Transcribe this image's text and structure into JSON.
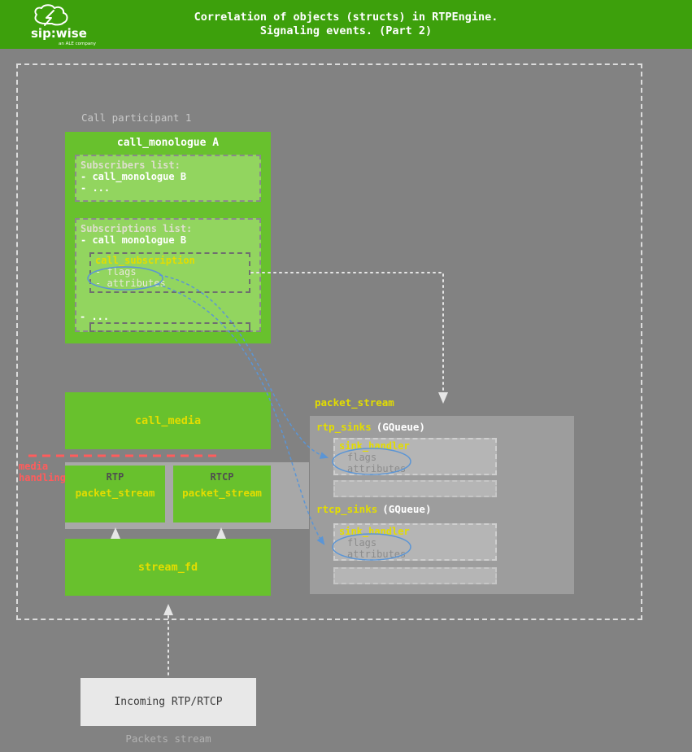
{
  "header": {
    "title_line1": "Correlation of objects (structs) in RTPEngine.",
    "title_line2": "Signaling events. (Part 2)",
    "logo": {
      "brand": "sip:wise",
      "tagline": "an ALE company"
    }
  },
  "participant": {
    "label": "Call participant 1"
  },
  "monologue": {
    "title": "call_monologue A",
    "subscribers_title": "Subscribers list:",
    "subscribers_item1": "- call_monologue B",
    "subscribers_item2": "- ...",
    "subscriptions_title": "Subscriptions list:",
    "subscriptions_item1": "- call monologue B",
    "subscription_title": "call_subscription",
    "subscription_flags": "- flags",
    "subscription_attributes": "- attributes",
    "subscriptions_more": "- ..."
  },
  "media": {
    "call_media": "call_media",
    "media_handling_line1": "media",
    "media_handling_line2": "handling",
    "rtp_label": "RTP",
    "rtp_stream": "packet_stream",
    "rtcp_label": "RTCP",
    "rtcp_stream": "packet_stream",
    "stream_fd": "stream_fd"
  },
  "sinks": {
    "panel_label": "packet_stream",
    "rtp_sinks_name": "rtp_sinks",
    "rtp_sinks_type": "(GQueue)",
    "rtcp_sinks_name": "rtcp_sinks",
    "rtcp_sinks_type": "(GQueue)",
    "handler1_title": "sink_handler",
    "handler1_flags": "flags",
    "handler1_attributes": "attributes",
    "handler2_title": "sink_handler",
    "handler2_flags": "flags",
    "handler2_attributes": "attributes"
  },
  "bottom": {
    "incoming": "Incoming RTP/RTCP",
    "packets_stream": "Packets stream"
  },
  "colors": {
    "header_green": "#3da00c",
    "background": "#828282",
    "box_green": "#68c12d",
    "box_green_light": "#92d55f",
    "accent_yellow": "#e3dd00",
    "panel_gray": "#9d9d9d",
    "panel_gray_light": "#b5b5b5",
    "incoming_bg": "#e8e8e8",
    "line_red": "#ff5c5c",
    "line_blue": "#5b95d5",
    "dashed_white": "#e6e6e6"
  }
}
